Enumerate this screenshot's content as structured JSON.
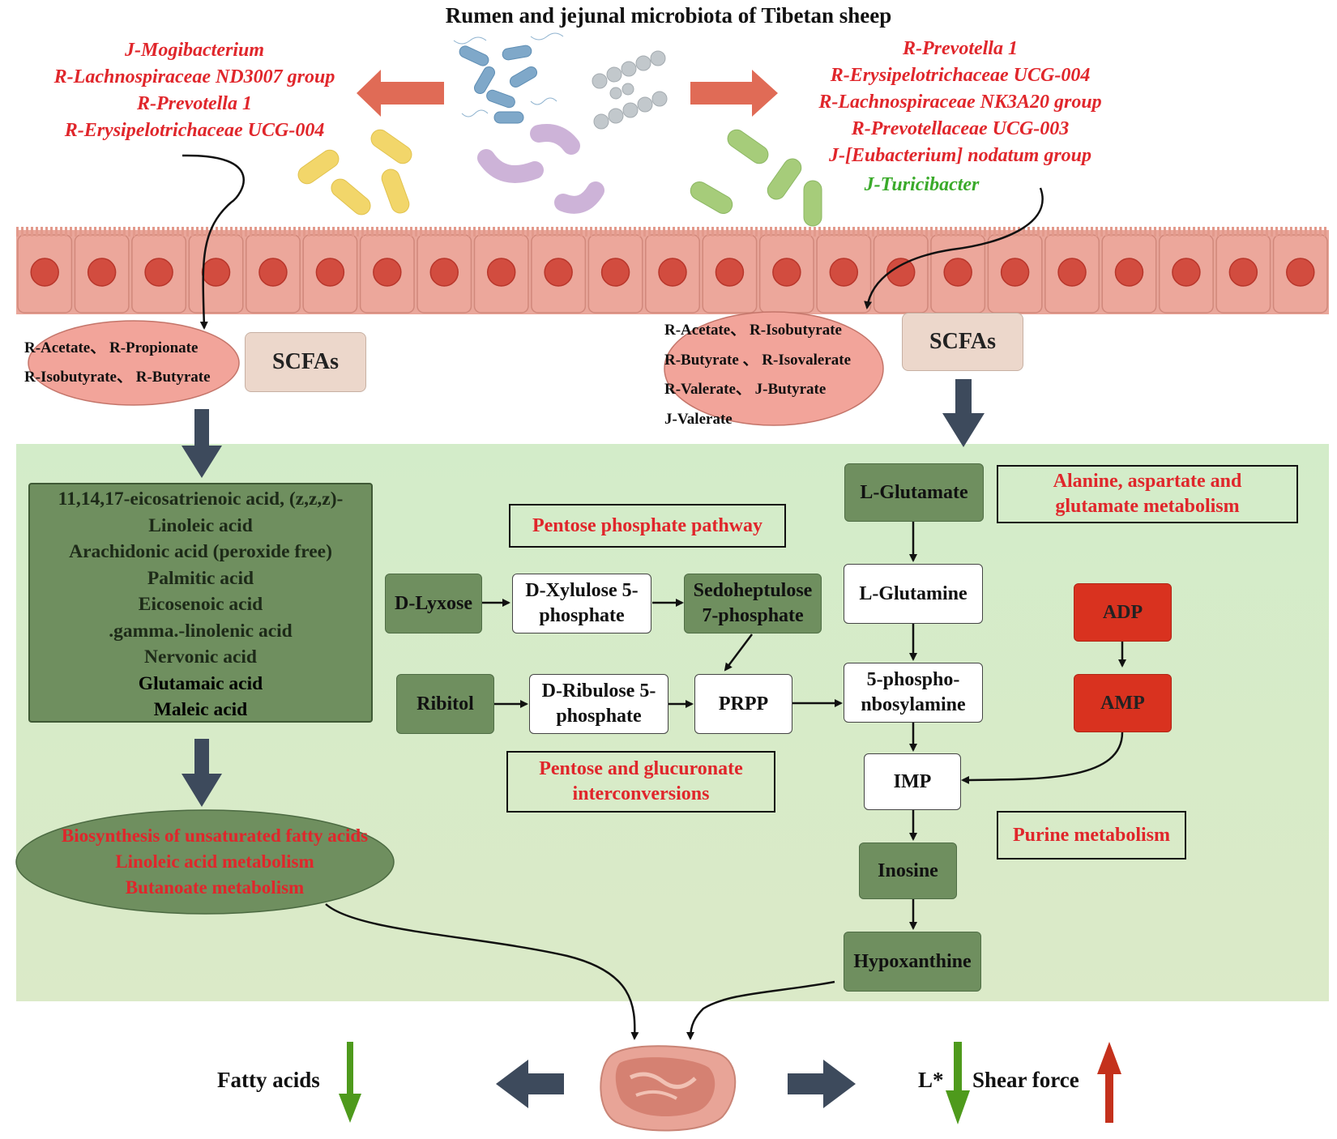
{
  "title": "Rumen and jejunal microbiota of Tibetan sheep",
  "left_taxa": [
    "J-Mogibacterium",
    "R-Lachnospiraceae ND3007 group",
    "R-Prevotella 1",
    "R-Erysipelotrichaceae UCG-004"
  ],
  "right_taxa_red": [
    "R-Prevotella 1",
    "R-Erysipelotrichaceae UCG-004",
    "R-Lachnospiraceae NK3A20 group",
    "R-Prevotellaceae UCG-003",
    "J-[Eubacterium] nodatum group"
  ],
  "right_taxa_green": "J-Turicibacter",
  "scfa_label": "SCFAs",
  "left_scfa": [
    "R-Acetate、 R-Propionate",
    "R-Isobutyrate、 R-Butyrate"
  ],
  "right_scfa": [
    "R-Acetate、 R-Isobutyrate",
    "R-Butyrate 、 R-Isovalerate",
    "R-Valerate、 J-Butyrate",
    "J-Valerate"
  ],
  "lipids": [
    "11,14,17-eicosatrienoic acid, (z,z,z)-",
    "Linoleic acid",
    "Arachidonic acid (peroxide free)",
    "Palmitic acid",
    "Eicosenoic acid",
    ".gamma.-linolenic acid",
    "Nervonic acid",
    "Glutamaic acid",
    "Maleic acid"
  ],
  "lipid_pathways": [
    "Biosynthesis of unsaturated fatty acids",
    "Linoleic acid metabolism",
    "Butanoate metabolism"
  ],
  "pathways": {
    "pentose_phosphate": "Pentose phosphate pathway",
    "pentose_glucuronate": [
      "Pentose and glucuronate",
      "interconversions"
    ],
    "alanine": [
      "Alanine, aspartate and",
      "glutamate metabolism"
    ],
    "purine": "Purine metabolism"
  },
  "nodes": {
    "d_lyxose": "D-Lyxose",
    "d_xylulose": [
      "D-Xylulose 5-",
      "phosphate"
    ],
    "sedoheptulose": [
      "Sedoheptulose",
      "7-phosphate"
    ],
    "ribitol": "Ribitol",
    "d_ribulose": [
      "D-Ribulose 5-",
      "phosphate"
    ],
    "prpp": "PRPP",
    "l_glutamate": "L-Glutamate",
    "l_glutamine": "L-Glutamine",
    "phosphoribosylamine": [
      "5-phospho-",
      "nbosylamine"
    ],
    "imp": "IMP",
    "inosine": "Inosine",
    "hypoxanthine": "Hypoxanthine",
    "adp": "ADP",
    "amp": "AMP"
  },
  "outcomes": {
    "fatty_acids": "Fatty acids",
    "l_star": "L*",
    "shear_force": "Shear force"
  },
  "colors": {
    "red_text": "#e0262b",
    "green_text": "#3aaa2a",
    "dark_green_box": "#6f8f5f",
    "panel_green": "#d5ebcb",
    "nav_arrow": "#3d4a5c",
    "down_arrow": "#4e9a1c",
    "up_arrow": "#c4311c"
  }
}
